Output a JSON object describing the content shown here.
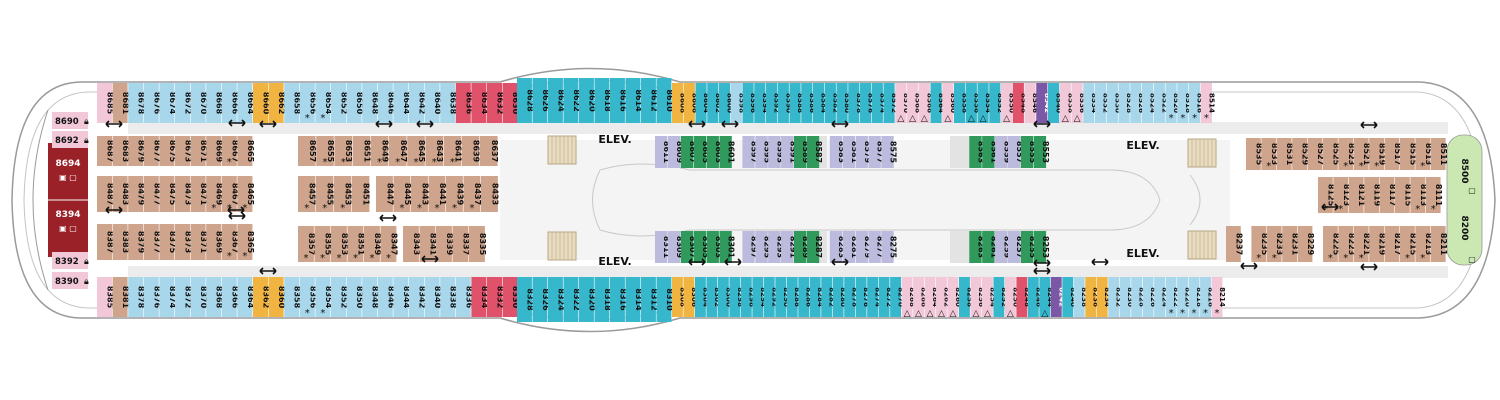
{
  "colors": {
    "teal": "#37b7cc",
    "blue": "#a8d7ec",
    "tan": "#cfa48c",
    "pink": "#f2c8d8",
    "red": "#e0516a",
    "orange": "#f2b441",
    "green": "#2f9a5c",
    "lavender": "#bcbbde",
    "purple": "#7b58a6",
    "suite": "#9a2127",
    "lime": "#cbe8b2",
    "corridor": "#e3e3e3",
    "hull": "#9a9a9a"
  },
  "labels": {
    "elev": "ELEV.",
    "triangle": "△",
    "star": "*"
  },
  "suites": [
    {
      "id": "8694"
    },
    {
      "id": "8394"
    }
  ],
  "side_cabins": [
    {
      "id": "8690",
      "icon": "lock"
    },
    {
      "id": "8692",
      "icon": "lock"
    },
    {
      "id": "8392",
      "icon": "lock"
    },
    {
      "id": "8390",
      "icon": "lock"
    }
  ],
  "end_cabins": [
    {
      "id": "8500"
    },
    {
      "id": "8200"
    }
  ],
  "rows": [
    {
      "key": "r_top_a",
      "ids": [
        "8685",
        "8681",
        "8678",
        "8676",
        "8674",
        "8672",
        "8670",
        "8668",
        "8666",
        "8664",
        "8660",
        "8662",
        "8658",
        "8656",
        "8654",
        "8652",
        "8650",
        "8648",
        "8646",
        "8644",
        "8642",
        "8640",
        "8638",
        "8636",
        "8634",
        "8632",
        "8630"
      ],
      "colors": [
        "pink",
        "tan",
        "blue",
        "blue",
        "blue",
        "blue",
        "blue",
        "blue",
        "blue",
        "blue",
        "orange",
        "orange",
        "blue",
        "blue",
        "blue",
        "blue",
        "blue",
        "blue",
        "blue",
        "blue",
        "blue",
        "blue",
        "blue",
        "red",
        "red",
        "red",
        "red"
      ],
      "marks": {
        "8656": "star",
        "8654": "star"
      }
    },
    {
      "key": "r_top_mid",
      "ids": [
        "8628",
        "8626",
        "8624",
        "8622",
        "8620",
        "8618",
        "8616",
        "8614",
        "8612",
        "8610"
      ],
      "colors": [
        "teal",
        "teal",
        "teal",
        "teal",
        "teal",
        "teal",
        "teal",
        "teal",
        "teal",
        "teal"
      ],
      "marks": {}
    },
    {
      "key": "r_top_b",
      "ids": [
        "8608",
        "8606",
        "8604",
        "8602",
        "8600",
        "8598",
        "8596",
        "8594",
        "8592",
        "8590",
        "8588",
        "8586",
        "8584",
        "8582",
        "8580",
        "8578",
        "8576",
        "8574",
        "8572",
        "8570",
        "8568",
        "8566",
        "8564",
        "8560",
        "8558",
        "8556",
        "8554",
        "8552",
        "8550",
        "8548",
        "8546",
        "8542",
        "8540",
        "8538",
        "8536",
        "8534",
        "8532",
        "8530",
        "8528",
        "8526",
        "8524",
        "8522",
        "8520",
        "8518",
        "8516",
        "8514"
      ],
      "colors": [
        "orange",
        "orange",
        "teal",
        "teal",
        "teal",
        "blue",
        "teal",
        "teal",
        "teal",
        "teal",
        "teal",
        "teal",
        "teal",
        "teal",
        "teal",
        "teal",
        "teal",
        "teal",
        "teal",
        "pink",
        "pink",
        "pink",
        "teal",
        "pink",
        "teal",
        "teal",
        "teal",
        "teal",
        "pink",
        "red",
        "pink",
        "purple",
        "teal",
        "pink",
        "pink",
        "blue",
        "blue",
        "blue",
        "blue",
        "blue",
        "blue",
        "blue",
        "blue",
        "blue",
        "blue",
        "pink"
      ],
      "marks": {
        "8570": "triangle",
        "8568": "triangle",
        "8566": "triangle",
        "8560": "triangle",
        "8556": "triangle",
        "8554": "triangle",
        "8550": "triangle",
        "8538": "triangle",
        "8536": "triangle",
        "8520": "star",
        "8518": "star",
        "8516": "star",
        "8514": "star"
      }
    },
    {
      "key": "r_aft_upper1",
      "ids": [
        "8687",
        "8683",
        "8679",
        "8677",
        "8675",
        "8673",
        "8671",
        "8669",
        "8667",
        "8665"
      ],
      "colors": [
        "tan",
        "tan",
        "tan",
        "tan",
        "tan",
        "tan",
        "tan",
        "tan",
        "tan",
        "tan"
      ],
      "marks": {
        "8667": "star"
      }
    },
    {
      "key": "r_aft_upper2",
      "ids": [
        "8657",
        "8655",
        "8653",
        "8651",
        "8649",
        "8647",
        "8645",
        "8643",
        "8641",
        "8639",
        "8637"
      ],
      "colors": [
        "tan",
        "tan",
        "tan",
        "tan",
        "tan",
        "tan",
        "tan",
        "tan",
        "tan",
        "tan",
        "tan"
      ],
      "marks": {
        "8655": "star",
        "8653": "star",
        "8649": "star",
        "8647": "star",
        "8645": "star",
        "8643": "star",
        "8641": "star"
      }
    },
    {
      "key": "r_aft_inner1",
      "ids": [
        "8487",
        "8483",
        "8479",
        "8477",
        "8475",
        "8473",
        "8471",
        "8469",
        "8467",
        "8465"
      ],
      "colors": [
        "tan",
        "tan",
        "tan",
        "tan",
        "tan",
        "tan",
        "tan",
        "tan",
        "tan",
        "tan"
      ],
      "marks": {
        "8469": "star",
        "8467": "star",
        "8465": "star"
      }
    },
    {
      "key": "r_aft_inner2a",
      "ids": [
        "8457",
        "8455",
        "8453",
        "8451"
      ],
      "colors": [
        "tan",
        "tan",
        "tan",
        "tan"
      ],
      "marks": {
        "8457": "star",
        "8455": "star",
        "8453": "star"
      }
    },
    {
      "key": "r_aft_inner2b",
      "ids": [
        "8447",
        "8445",
        "8443",
        "8441",
        "8439",
        "8437",
        "8433"
      ],
      "colors": [
        "tan",
        "tan",
        "tan",
        "tan",
        "tan",
        "tan",
        "tan"
      ],
      "marks": {
        "8445": "star",
        "8443": "star",
        "8441": "star",
        "8439": "star",
        "8437": "star"
      }
    },
    {
      "key": "r_aft_inner3",
      "ids": [
        "8387",
        "8383",
        "8379",
        "8377",
        "8375",
        "8373",
        "8371",
        "8369",
        "8367",
        "8365"
      ],
      "colors": [
        "tan",
        "tan",
        "tan",
        "tan",
        "tan",
        "tan",
        "tan",
        "tan",
        "tan",
        "tan"
      ],
      "marks": {
        "8367": "star",
        "8365": "star"
      }
    },
    {
      "key": "r_aft_inner4",
      "ids": [
        "8357",
        "8355",
        "8353",
        "8351",
        "8349",
        "8347",
        "8343",
        "8341",
        "8339",
        "8337",
        "8335"
      ],
      "colors": [
        "tan",
        "tan",
        "tan",
        "tan",
        "tan",
        "tan",
        "tan",
        "tan",
        "tan",
        "tan",
        "tan"
      ],
      "marks": {
        "8357": "star",
        "8355": "star",
        "8353": "star",
        "8351": "star",
        "8349": "star",
        "8347": "star"
      }
    },
    {
      "key": "r_bot_a",
      "ids": [
        "8385",
        "8381",
        "8378",
        "8376",
        "8374",
        "8372",
        "8370",
        "8368",
        "8366",
        "8364",
        "8362",
        "8360",
        "8358",
        "8356",
        "8354",
        "8352",
        "8350",
        "8348",
        "8346",
        "8344",
        "8342",
        "8340",
        "8338",
        "8336",
        "8334",
        "8332",
        "8330"
      ],
      "colors": [
        "pink",
        "tan",
        "blue",
        "blue",
        "blue",
        "blue",
        "blue",
        "blue",
        "blue",
        "blue",
        "orange",
        "orange",
        "blue",
        "blue",
        "blue",
        "blue",
        "blue",
        "blue",
        "blue",
        "blue",
        "blue",
        "blue",
        "blue",
        "blue",
        "red",
        "red",
        "red"
      ],
      "marks": {
        "8356": "star",
        "8354": "star"
      }
    },
    {
      "key": "r_bot_mid",
      "ids": [
        "8328",
        "8326",
        "8324",
        "8322",
        "8320",
        "8318",
        "8316",
        "8314",
        "8312",
        "8310"
      ],
      "colors": [
        "teal",
        "teal",
        "teal",
        "teal",
        "teal",
        "teal",
        "teal",
        "teal",
        "teal",
        "teal"
      ],
      "marks": {}
    },
    {
      "key": "r_bot_b",
      "ids": [
        "8308",
        "8306",
        "8304",
        "8302",
        "8300",
        "8298",
        "8296",
        "8294",
        "8292",
        "8290",
        "8288",
        "8286",
        "8284",
        "8282",
        "8280",
        "8278",
        "8276",
        "8274",
        "8272",
        "8270",
        "8268",
        "8266",
        "8264",
        "8262",
        "8260",
        "8258",
        "8256",
        "8254",
        "8252",
        "8250",
        "8248",
        "8246",
        "8244",
        "8242",
        "8240",
        "8238",
        "8236",
        "8234",
        "8232",
        "8230",
        "8228",
        "8226",
        "8224",
        "8222",
        "8220",
        "8218",
        "8216",
        "8214"
      ],
      "colors": [
        "orange",
        "orange",
        "teal",
        "teal",
        "teal",
        "teal",
        "teal",
        "teal",
        "teal",
        "teal",
        "teal",
        "teal",
        "teal",
        "teal",
        "teal",
        "teal",
        "teal",
        "teal",
        "teal",
        "teal",
        "pink",
        "pink",
        "pink",
        "pink",
        "pink",
        "teal",
        "pink",
        "pink",
        "teal",
        "pink",
        "red",
        "teal",
        "teal",
        "purple",
        "teal",
        "blue",
        "orange",
        "orange",
        "blue",
        "blue",
        "blue",
        "blue",
        "blue",
        "blue",
        "blue",
        "blue",
        "blue",
        "pink"
      ],
      "marks": {
        "8268": "triangle",
        "8266": "triangle",
        "8264": "triangle",
        "8262": "triangle",
        "8260": "triangle",
        "8256": "triangle",
        "8254": "triangle",
        "8250": "triangle",
        "8244": "triangle",
        "8222": "star",
        "8220": "star",
        "8218": "star",
        "8216": "star",
        "8214": "star"
      }
    },
    {
      "key": "r_mid_upper",
      "ids": [
        "8611",
        "8609",
        "8607",
        "8605",
        "8603",
        "8601",
        "8597",
        "8595",
        "8593",
        "8591",
        "8589",
        "8587",
        "8583",
        "8581",
        "8579",
        "8577",
        "8575",
        "8563",
        "8561",
        "8559",
        "8557",
        "8555",
        "8553"
      ],
      "colors": [
        "lavender",
        "lavender",
        "green",
        "green",
        "green",
        "green",
        "lavender",
        "lavender",
        "lavender",
        "lavender",
        "green",
        "green",
        "lavender",
        "lavender",
        "lavender",
        "lavender",
        "lavender",
        "green",
        "green",
        "lavender",
        "lavender",
        "green",
        "green"
      ],
      "marks": {}
    },
    {
      "key": "r_mid_lower",
      "ids": [
        "8311",
        "8309",
        "8307",
        "8305",
        "8303",
        "8301",
        "8297",
        "8295",
        "8293",
        "8291",
        "8289",
        "8287",
        "8283",
        "8281",
        "8279",
        "8277",
        "8275",
        "8263",
        "8261",
        "8259",
        "8257",
        "8255",
        "8253"
      ],
      "colors": [
        "lavender",
        "lavender",
        "green",
        "green",
        "green",
        "green",
        "lavender",
        "lavender",
        "lavender",
        "lavender",
        "green",
        "green",
        "lavender",
        "lavender",
        "lavender",
        "lavender",
        "lavender",
        "green",
        "green",
        "lavender",
        "lavender",
        "green",
        "green"
      ],
      "marks": {}
    },
    {
      "key": "r_fwd_upper",
      "ids": [
        "8535",
        "8533",
        "8531",
        "8529",
        "8527",
        "8525",
        "8523",
        "8521",
        "8519",
        "8517",
        "8515",
        "8513",
        "8511"
      ],
      "colors": [
        "tan",
        "tan",
        "tan",
        "tan",
        "tan",
        "tan",
        "tan",
        "tan",
        "tan",
        "tan",
        "tan",
        "tan",
        "tan"
      ],
      "marks": {
        "8533": "star",
        "8523": "star",
        "8521": "star",
        "8519": "star",
        "8513": "star"
      }
    },
    {
      "key": "r_fwd_inner1",
      "ids": [
        "8125",
        "8123",
        "8121",
        "8119",
        "8117",
        "8115",
        "8113",
        "8111"
      ],
      "colors": [
        "tan",
        "tan",
        "tan",
        "tan",
        "tan",
        "tan",
        "tan",
        "tan"
      ],
      "marks": {
        "8125": "star",
        "8123": "star",
        "8113": "star",
        "8111": "star"
      }
    },
    {
      "key": "r_fwd_inner2",
      "ids": [
        "8237",
        "8235",
        "8233",
        "8231",
        "8229",
        "8225",
        "8223",
        "8221",
        "8219",
        "8217",
        "8215",
        "8213",
        "8211"
      ],
      "colors": [
        "tan",
        "tan",
        "tan",
        "tan",
        "tan",
        "tan",
        "tan",
        "tan",
        "tan",
        "tan",
        "tan",
        "tan",
        "tan"
      ],
      "marks": {
        "8235": "star",
        "8233": "star",
        "8225": "star",
        "8223": "star",
        "8221": "star",
        "8215": "star",
        "8213": "star"
      }
    }
  ]
}
